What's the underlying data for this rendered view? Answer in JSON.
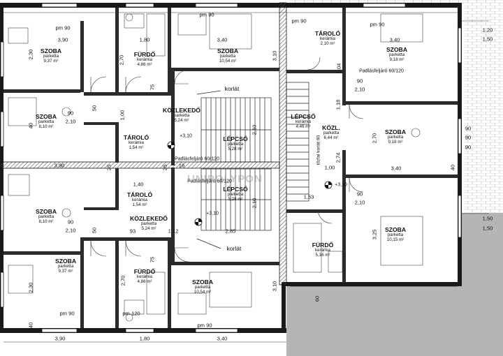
{
  "rooms": [
    {
      "id": "r1",
      "name": "SZOBA",
      "material": "parketta",
      "area": "9,37 m²"
    },
    {
      "id": "r2",
      "name": "FÜRDŐ",
      "material": "kerámia",
      "area": "4,86 m²"
    },
    {
      "id": "r3",
      "name": "SZOBA",
      "material": "parketta",
      "area": "10,54 m²"
    },
    {
      "id": "r4",
      "name": "TÁROLÓ",
      "material": "kerámia",
      "area": "2,10 m²"
    },
    {
      "id": "r5",
      "name": "SZOBA",
      "material": "parketta",
      "area": "9,18 m²"
    },
    {
      "id": "r6",
      "name": "SZOBA",
      "material": "parketta",
      "area": "8,10 m²"
    },
    {
      "id": "r7",
      "name": "KÖZLEKEDŐ",
      "material": "parketta",
      "area": "5,24 m²"
    },
    {
      "id": "r8",
      "name": "TÁROLÓ",
      "material": "kerámia",
      "area": "1,54 m²"
    },
    {
      "id": "r9",
      "name": "LÉPCSŐ",
      "material": "parketta",
      "area": "5,28 m²"
    },
    {
      "id": "r10",
      "name": "LÉPCSŐ",
      "material": "kerámia",
      "area": "4,46 m²"
    },
    {
      "id": "r11",
      "name": "KÖZL.",
      "material": "parketta",
      "area": "6,44 m²"
    },
    {
      "id": "r12",
      "name": "SZOBA",
      "material": "parketta",
      "area": "9,18 m²"
    },
    {
      "id": "r13",
      "name": "TÁROLÓ",
      "material": "kerámia",
      "area": "1,54 m²"
    },
    {
      "id": "r14",
      "name": "LÉPCSŐ",
      "material": "parketta",
      "area": "5,28 m²"
    },
    {
      "id": "r15",
      "name": "SZOBA",
      "material": "parketta",
      "area": "8,10 m²"
    },
    {
      "id": "r16",
      "name": "KÖZLEKEDŐ",
      "material": "parketta",
      "area": "5,24 m²"
    },
    {
      "id": "r17",
      "name": "SZOBA",
      "material": "parketta",
      "area": "10,15 m²"
    },
    {
      "id": "r18",
      "name": "FÜRDŐ",
      "material": "kerámia",
      "area": "5,16 m²"
    },
    {
      "id": "r19",
      "name": "SZOBA",
      "material": "parketta",
      "area": "9,37 m²"
    },
    {
      "id": "r20",
      "name": "FÜRDŐ",
      "material": "kerámia",
      "area": "4,86 m²"
    },
    {
      "id": "r21",
      "name": "SZOBA",
      "material": "parketta",
      "area": "10,54 m²"
    }
  ],
  "notes": {
    "korlat": "korlát",
    "padlas": "Padlásfeljáró 60/120",
    "level": "+3,10",
    "fire": "tűzfal korlát 90"
  },
  "dims": {
    "pm90": "pm 90",
    "pm120": "pm 120",
    "d390": "3,90",
    "d180": "1,80",
    "d340": "3,40",
    "d120": "1,20",
    "d150": "1,50",
    "d230": "2,30",
    "d270": "2,70",
    "d310": "3,10",
    "d210": "2,10",
    "d90": "90",
    "d75": "75",
    "d50": "50",
    "d100": "1,00",
    "d25": "25",
    "d140": "1,40",
    "d153": "1,53",
    "d16": "16",
    "d93": "93",
    "d112": "1,12",
    "d285": "2,85",
    "d325": "3,25",
    "d40": "40",
    "d60": "60",
    "d118": "1,18",
    "d274": "2,74",
    "d104": "1,04"
  },
  "watermark": "UNIPOLYPON"
}
